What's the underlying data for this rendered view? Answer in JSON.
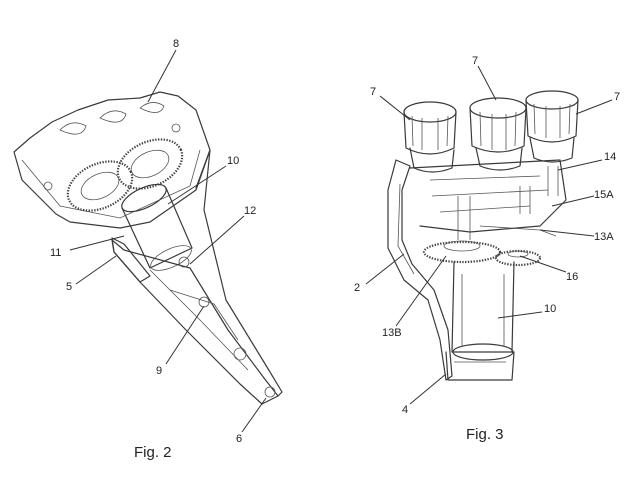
{
  "figures": [
    {
      "caption": "Fig. 2"
    },
    {
      "caption": "Fig. 3"
    }
  ],
  "callouts": {
    "f2_8": "8",
    "f2_10": "10",
    "f2_12": "12",
    "f2_11": "11",
    "f2_5": "5",
    "f2_9": "9",
    "f2_6": "6",
    "f3_7a": "7",
    "f3_7b": "7",
    "f3_7c": "7",
    "f3_14": "14",
    "f3_15a": "15A",
    "f3_13a": "13A",
    "f3_16": "16",
    "f3_2": "2",
    "f3_10": "10",
    "f3_13b": "13B",
    "f3_4": "4"
  }
}
